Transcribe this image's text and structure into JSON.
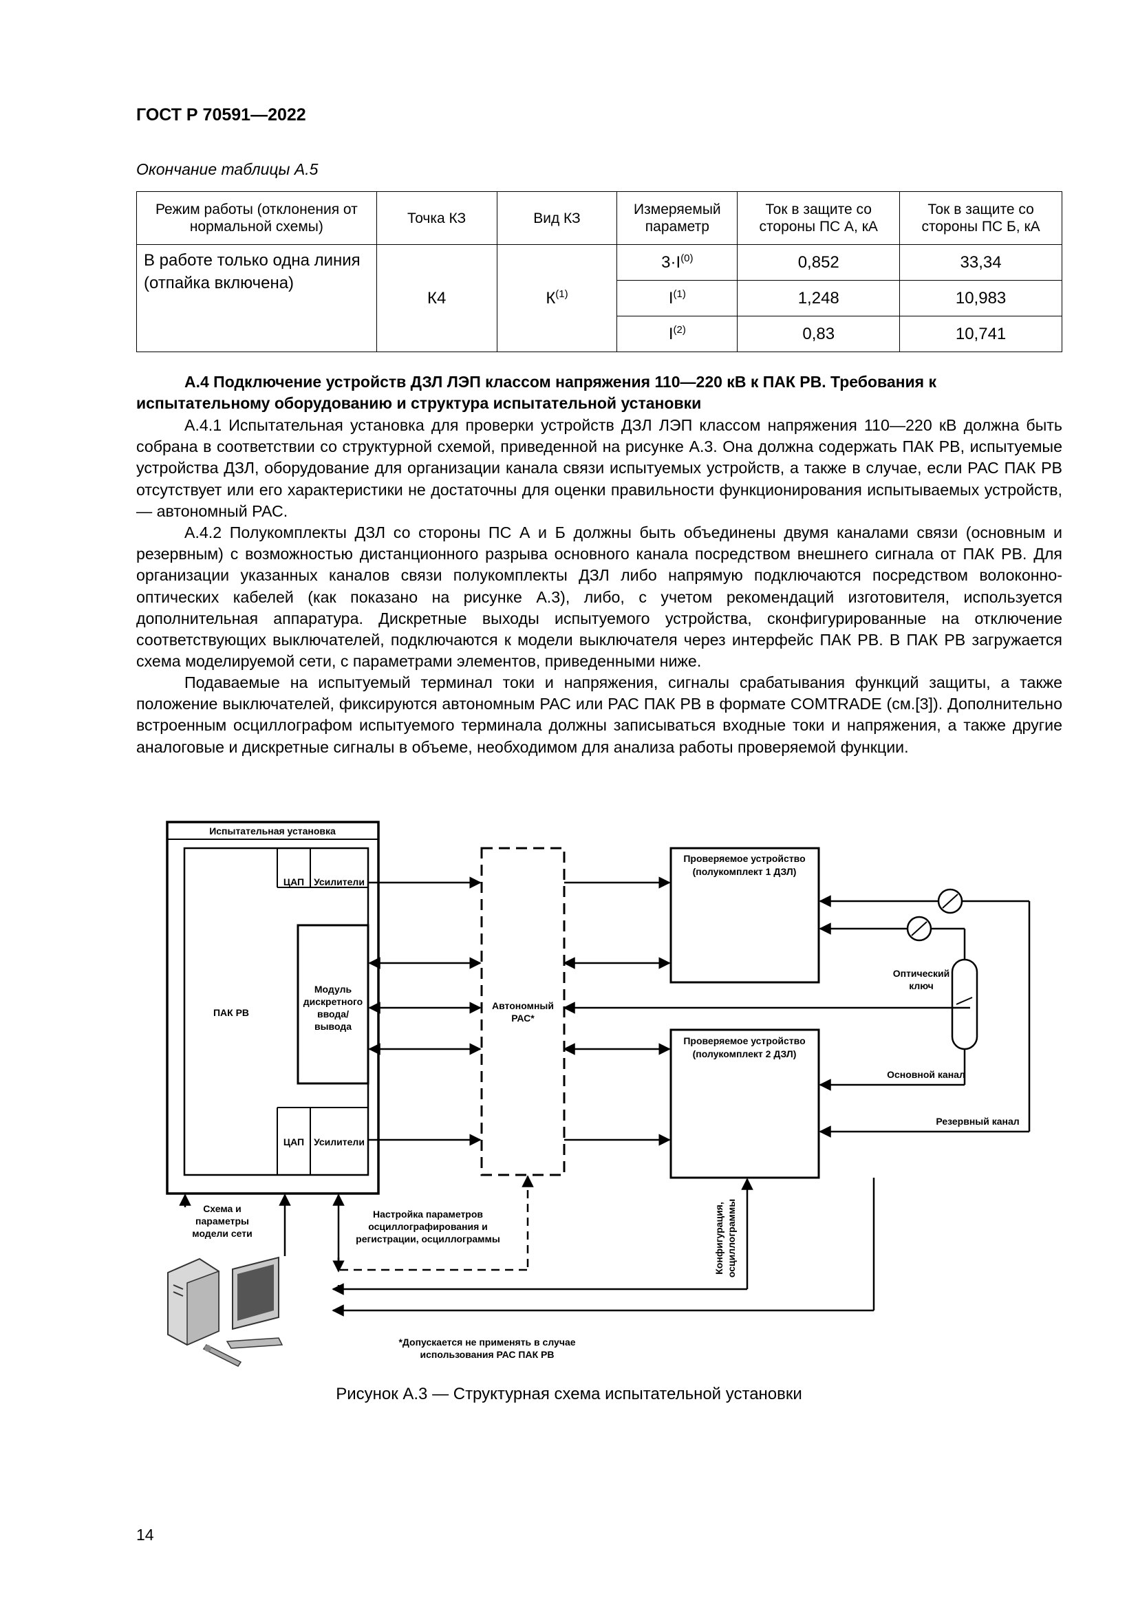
{
  "header": "ГОСТ Р 70591—2022",
  "table_caption": "Окончание таблицы А.5",
  "table": {
    "headers": [
      "Режим работы (отклонения от нормальной схемы)",
      "Точка КЗ",
      "Вид КЗ",
      "Измеряемый параметр",
      "Ток в защите со стороны ПС А, кА",
      "Ток в защите со стороны ПС Б, кА"
    ],
    "mode": "В работе только одна линия (отпайка включена)",
    "point": "К4",
    "kind_base": "К",
    "kind_sup": "(1)",
    "rows": [
      {
        "param_base": "3·I",
        "param_sup": "(0)",
        "a": "0,852",
        "b": "33,34"
      },
      {
        "param_base": "I",
        "param_sup": "(1)",
        "a": "1,248",
        "b": "10,983"
      },
      {
        "param_base": "I",
        "param_sup": "(2)",
        "a": "0,83",
        "b": "10,741"
      }
    ]
  },
  "section_title_1": "А.4 Подключение устройств ДЗЛ ЛЭП классом напряжения 110—220 кВ к ПАК РВ. Требования к",
  "section_title_2": "испытательному оборудованию и структура испытательной установки",
  "para1": "А.4.1 Испытательная установка для проверки устройств ДЗЛ ЛЭП классом напряжения 110—220 кВ должна быть собрана в соответствии со структурной схемой, приведенной на рисунке А.3. Она должна содержать ПАК РВ, испытуемые устройства ДЗЛ, оборудование для организации канала связи испытуемых устройств, а также в случае, если РАС ПАК РВ отсутствует или его характеристики не достаточны для оценки правильности функционирования испытываемых устройств, — автономный РАС.",
  "para2": "А.4.2 Полукомплекты ДЗЛ со стороны ПС А и Б должны быть объединены двумя каналами связи (основным и резервным) с возможностью дистанционного разрыва основного канала посредством внешнего сигнала от ПАК РВ. Для организации указанных каналов связи полукомплекты ДЗЛ либо напрямую подключаются посредством волоконно-оптических кабелей (как показано на рисунке А.3), либо, с учетом рекомендаций изготовителя, используется дополнительная аппаратура. Дискретные выходы испытуемого устройства, сконфигурированные на отключение соответствующих выключателей, подключаются к модели выключателя через интерфейс ПАК РВ. В ПАК РВ загружается схема моделируемой сети, с параметрами элементов, приведенными ниже.",
  "para3": "Подаваемые на испытуемый терминал токи и напряжения, сигналы срабатывания функций защиты, а также положение выключателей, фиксируются автономным РАС или РАС ПАК РВ в формате COMTRADE (см.[3]). Дополнительно встроенным осциллографом испытуемого терминала должны записываться входные токи и напряжения, а также другие аналоговые и дискретные сигналы в объеме, необходимом для анализа работы проверяемой функции.",
  "diagram": {
    "test_setup": "Испытательная установка",
    "pak": "ПАК РВ",
    "dac": "ЦАП",
    "amps": "Усилители",
    "module": [
      "Модуль",
      "дискретного",
      "ввода/",
      "вывода"
    ],
    "pac": [
      "Автономный",
      "РАС*"
    ],
    "dev1": [
      "Проверяемое устройство",
      "(полукомплект 1 ДЗЛ)"
    ],
    "dev2": [
      "Проверяемое устройство",
      "(полукомплект 2 ДЗЛ)"
    ],
    "optical_key": [
      "Оптический",
      "ключ"
    ],
    "main_channel": "Основной канал",
    "reserve_channel": "Резервный канал",
    "scheme": [
      "Схема и",
      "параметры",
      "модели сети"
    ],
    "settings": [
      "Настройка параметров",
      "осциллографирования и",
      "регистрации, осциллограммы"
    ],
    "config": [
      "Конфигурация,",
      "осциллограммы"
    ],
    "note": [
      "*Допускается не применять в случае",
      "использования РАС ПАК РВ"
    ]
  },
  "figure_caption": "Рисунок А.3 — Структурная схема испытательной установки",
  "page_number": "14"
}
